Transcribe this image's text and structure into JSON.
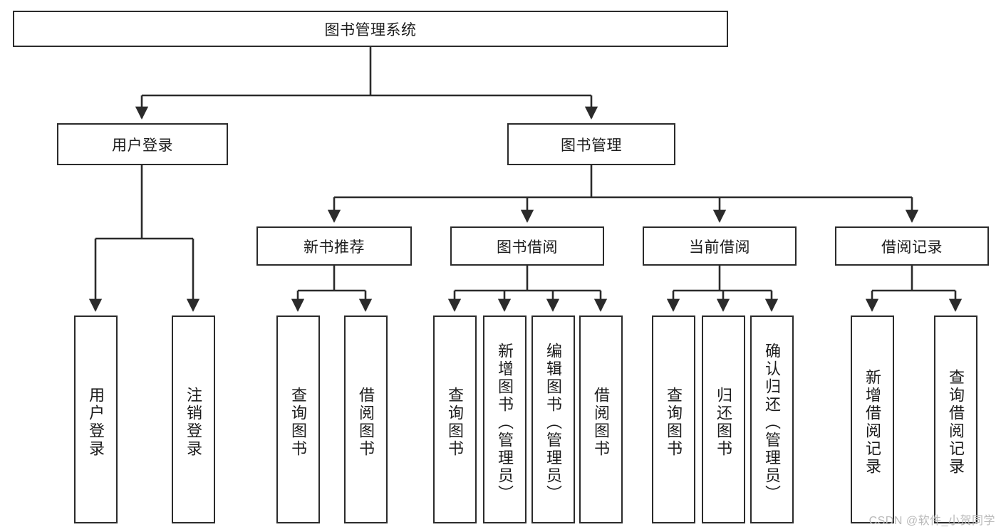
{
  "diagram": {
    "type": "tree-hierarchy",
    "title": "图书管理系统",
    "watermark": "CSDN @软件_小贺同学",
    "colors": {
      "stroke": "#2b2b2b",
      "fill": "#ffffff",
      "text": "#1c1c1c",
      "watermark": "#b9b9b9"
    },
    "levels": {
      "root": {
        "label": "图书管理系统"
      },
      "level2": [
        {
          "label": "用户登录"
        },
        {
          "label": "图书管理"
        }
      ],
      "level3": [
        {
          "label": "新书推荐"
        },
        {
          "label": "图书借阅"
        },
        {
          "label": "当前借阅"
        },
        {
          "label": "借阅记录"
        }
      ],
      "leaves": [
        {
          "label": "用户登录",
          "parent": "用户登录"
        },
        {
          "label": "注销登录",
          "parent": "用户登录"
        },
        {
          "label": "查询图书",
          "parent": "新书推荐"
        },
        {
          "label": "借阅图书",
          "parent": "新书推荐"
        },
        {
          "label": "查询图书",
          "parent": "图书借阅"
        },
        {
          "label": "新增图书（管理员）",
          "parent": "图书借阅"
        },
        {
          "label": "编辑图书（管理员）",
          "parent": "图书借阅"
        },
        {
          "label": "借阅图书",
          "parent": "图书借阅"
        },
        {
          "label": "查询图书",
          "parent": "当前借阅"
        },
        {
          "label": "归还图书",
          "parent": "当前借阅"
        },
        {
          "label": "确认归还（管理员）",
          "parent": "当前借阅"
        },
        {
          "label": "新增借阅记录",
          "parent": "借阅记录"
        },
        {
          "label": "查询借阅记录",
          "parent": "借阅记录"
        }
      ]
    }
  }
}
